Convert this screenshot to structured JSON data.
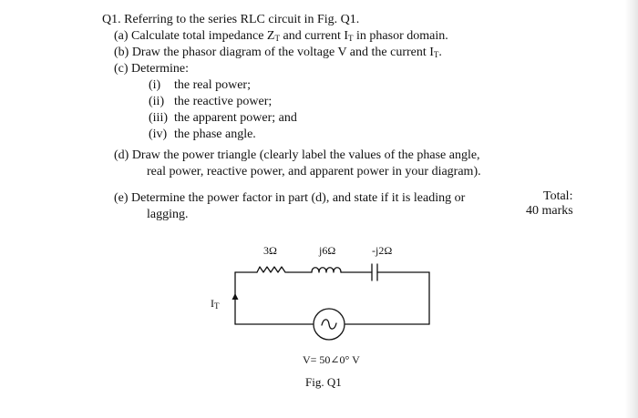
{
  "question": {
    "title": "Q1. Referring to the series RLC circuit in Fig. Q1.",
    "a_prefix": "(a) Calculate total impedance Z",
    "a_sub1": "T",
    "a_mid": " and current I",
    "a_sub2": "T",
    "a_suffix": " in phasor domain.",
    "b_prefix": "(b) Draw the phasor diagram of the voltage V and the current I",
    "b_sub": "T",
    "b_suffix": ".",
    "c": "(c) Determine:",
    "c_items": [
      {
        "num": "(i)",
        "text": "the real power;"
      },
      {
        "num": "(ii)",
        "text": "the reactive power;"
      },
      {
        "num": "(iii)",
        "text": "the apparent power; and"
      },
      {
        "num": "(iv)",
        "text": "the phase angle."
      }
    ],
    "d_line1": "(d) Draw the power triangle (clearly label the values of the phase angle,",
    "d_line2": "real power, reactive power, and apparent power in your diagram).",
    "e_line1": "(e) Determine the power factor in part (d), and state if it is leading or",
    "e_line2": "lagging."
  },
  "marks": {
    "total_label": "Total:",
    "total_value": "40 marks"
  },
  "circuit": {
    "resistor": "3Ω",
    "inductor": "j6Ω",
    "capacitor": "-j2Ω",
    "current_label": "I",
    "current_sub": "T",
    "source_label": "V= 50∠0° V",
    "figure_caption": "Fig. Q1"
  },
  "colors": {
    "ink": "#111111",
    "background": "#ffffff"
  }
}
